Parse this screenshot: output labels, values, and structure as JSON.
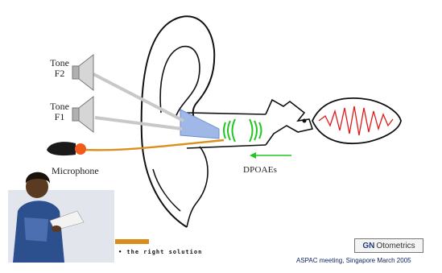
{
  "labels": {
    "tone_f2_line1": "Tone",
    "tone_f2_line2": "F2",
    "tone_f1_line1": "Tone",
    "tone_f1_line2": "F1",
    "microphone": "Microphone",
    "dpoaes": "DPOAEs"
  },
  "caption": "• the right solution",
  "brand": {
    "mark": "GN",
    "name": "Otometrics"
  },
  "footer": "ASPAC meeting, Singapore March 2005",
  "colors": {
    "probe_blue": "#9fb8e8",
    "emission_green": "#22c522",
    "mic_orange": "#f05a1a",
    "wire_orange": "#d9901f",
    "cochlea_red": "#e01a1a",
    "tube_gray": "#c8c8c8"
  }
}
